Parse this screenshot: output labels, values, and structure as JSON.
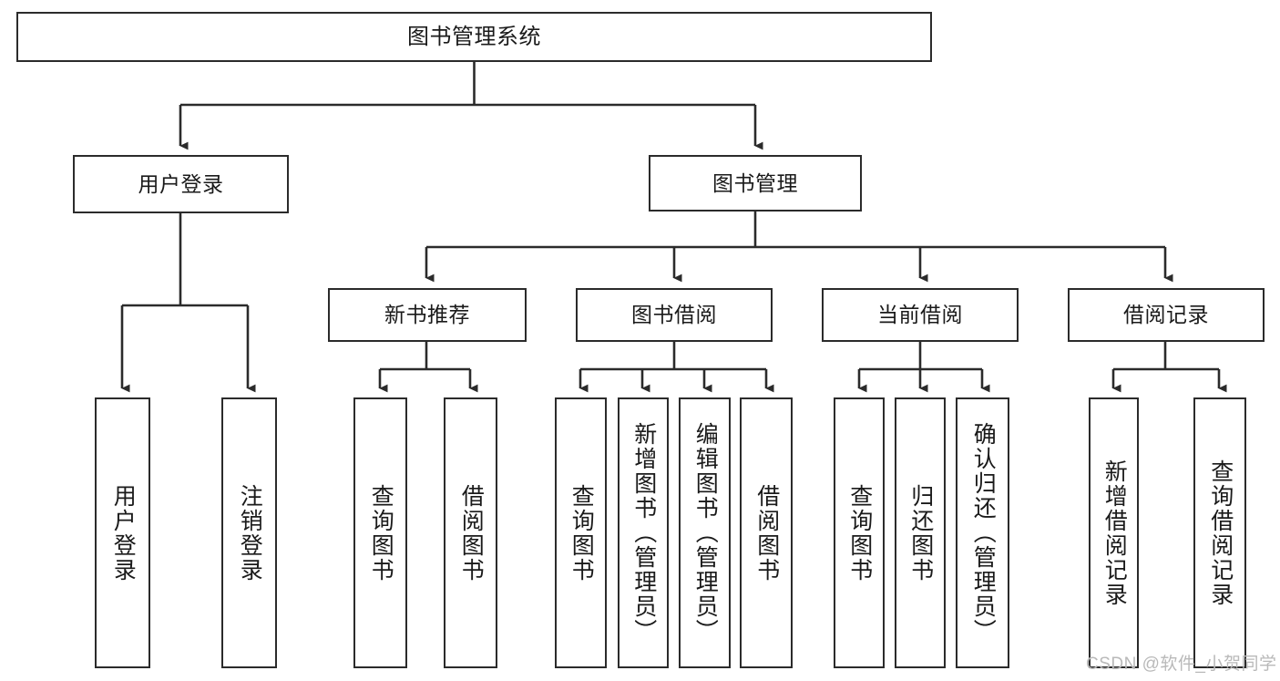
{
  "diagram": {
    "title": "图书管理系统",
    "style": {
      "line_color": "#2b2b2b",
      "box_fill": "#ffffff",
      "text_color": "#1a1a1a",
      "watermark_color": "#b9b9b9"
    },
    "root": {
      "label": "图书管理系统"
    },
    "level1": [
      {
        "label": "用户登录"
      },
      {
        "label": "图书管理"
      }
    ],
    "level2": [
      {
        "label": "新书推荐"
      },
      {
        "label": "图书借阅"
      },
      {
        "label": "当前借阅"
      },
      {
        "label": "借阅记录"
      }
    ],
    "leaves": {
      "user_login": [
        {
          "label": "用户登录"
        },
        {
          "label": "注销登录"
        }
      ],
      "new_book_recommend": [
        {
          "label": "查询图书"
        },
        {
          "label": "借阅图书"
        }
      ],
      "book_borrow": [
        {
          "label": "查询图书"
        },
        {
          "label": "新增图书（管理员）"
        },
        {
          "label": "编辑图书（管理员）"
        },
        {
          "label": "借阅图书"
        }
      ],
      "current_borrow": [
        {
          "label": "查询图书"
        },
        {
          "label": "归还图书"
        },
        {
          "label": "确认归还（管理员）"
        }
      ],
      "borrow_record": [
        {
          "label": "新增借阅记录"
        },
        {
          "label": "查询借阅记录"
        }
      ]
    }
  },
  "watermark": {
    "text": "CSDN @软件_小贺同学"
  }
}
